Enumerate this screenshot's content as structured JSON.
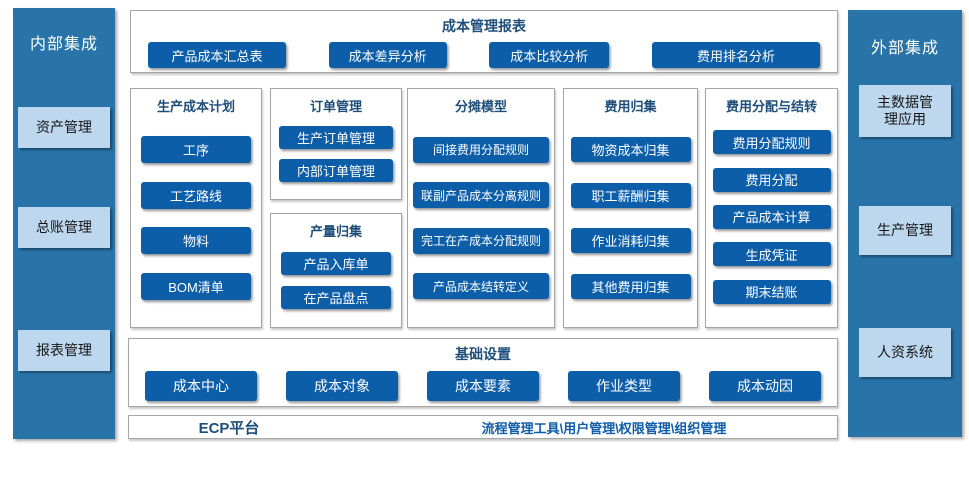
{
  "left_sidebar": {
    "title": "内部集成",
    "items": [
      {
        "label": "资产管理"
      },
      {
        "label": "总账管理"
      },
      {
        "label": "报表管理"
      }
    ]
  },
  "right_sidebar": {
    "title": "外部集成",
    "items": [
      {
        "label": "主数据管理应用"
      },
      {
        "label": "生产管理"
      },
      {
        "label": "人资系统"
      }
    ]
  },
  "report_panel": {
    "title": "成本管理报表",
    "buttons": [
      "产品成本汇总表",
      "成本差异分析",
      "成本比较分析",
      "费用排名分析"
    ]
  },
  "modules": [
    {
      "title": "生产成本计划",
      "buttons": [
        "工序",
        "工艺路线",
        "物料",
        "BOM清单"
      ]
    },
    {
      "title": "订单管理",
      "buttons": [
        "生产订单管理",
        "内部订单管理"
      ]
    },
    {
      "title": "产量归集",
      "buttons": [
        "产品入库单",
        "在产品盘点"
      ]
    },
    {
      "title": "分摊模型",
      "buttons": [
        "间接费用分配规则",
        "联副产品成本分离规则",
        "完工在产成本分配规则",
        "产品成本结转定义"
      ]
    },
    {
      "title": "费用归集",
      "buttons": [
        "物资成本归集",
        "职工薪酬归集",
        "作业消耗归集",
        "其他费用归集"
      ]
    },
    {
      "title": "费用分配与结转",
      "buttons": [
        "费用分配规则",
        "费用分配",
        "产品成本计算",
        "生成凭证",
        "期末结账"
      ]
    }
  ],
  "base_panel": {
    "title": "基础设置",
    "buttons": [
      "成本中心",
      "成本对象",
      "成本要素",
      "作业类型",
      "成本动因"
    ]
  },
  "platform_bar": {
    "name": "ECP平台",
    "tools": "流程管理工具\\用户管理\\权限管理\\组织管理"
  },
  "colors": {
    "sidebar_bg": "#2874A8",
    "dark_button_bg": "#0D5EA9",
    "light_button_bg": "#BDD7EE",
    "panel_title_text": "#1F4E79",
    "tools_text": "#0F5CA8",
    "panel_border": "#A6A6A6"
  }
}
